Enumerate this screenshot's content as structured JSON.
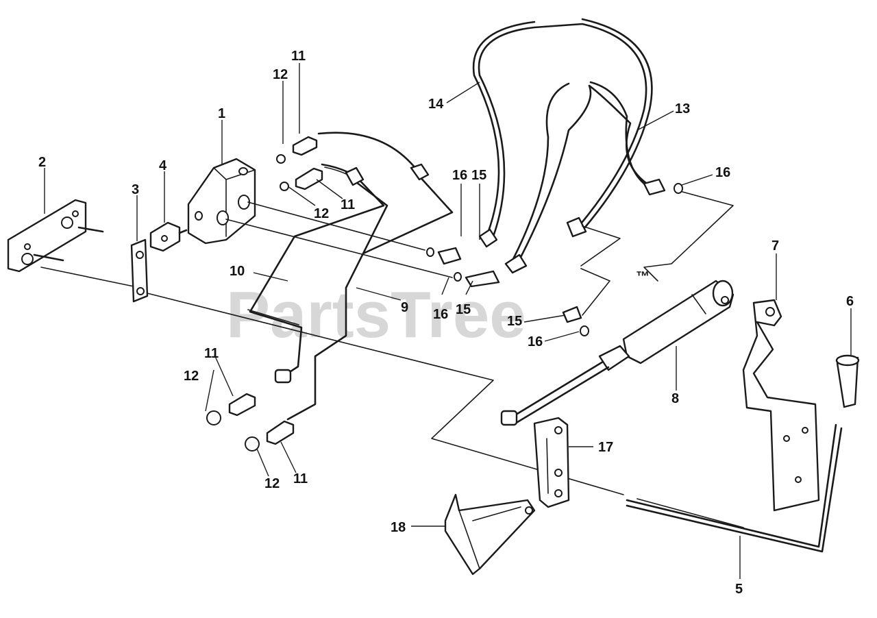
{
  "watermark": "PartsTree",
  "trademark": "™",
  "callouts": [
    {
      "id": "1",
      "text": "1"
    },
    {
      "id": "2",
      "text": "2"
    },
    {
      "id": "3",
      "text": "3"
    },
    {
      "id": "4",
      "text": "4"
    },
    {
      "id": "5",
      "text": "5"
    },
    {
      "id": "6",
      "text": "6"
    },
    {
      "id": "7",
      "text": "7"
    },
    {
      "id": "8",
      "text": "8"
    },
    {
      "id": "9",
      "text": "9"
    },
    {
      "id": "10",
      "text": "10"
    },
    {
      "id": "11",
      "text": "11"
    },
    {
      "id": "12",
      "text": "12"
    },
    {
      "id": "13",
      "text": "13"
    },
    {
      "id": "14",
      "text": "14"
    },
    {
      "id": "15",
      "text": "15"
    },
    {
      "id": "16",
      "text": "16"
    },
    {
      "id": "17",
      "text": "17"
    },
    {
      "id": "18",
      "text": "18"
    }
  ]
}
